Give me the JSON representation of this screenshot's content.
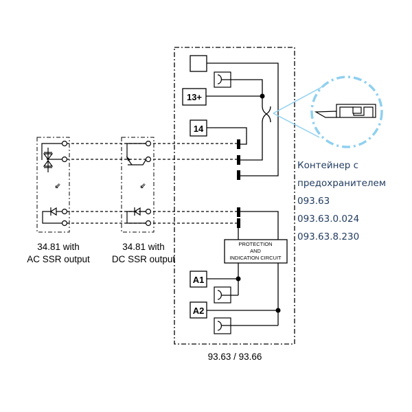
{
  "diagram": {
    "main_module": {
      "caption": "93.63 / 93.66",
      "terminals": {
        "t13": "13+",
        "t14": "14",
        "a1": "A1",
        "a2": "A2"
      },
      "protection_circuit": [
        "PROTECTION",
        "AND",
        "INDICATION CIRCUIT"
      ]
    },
    "ssr_modules": [
      {
        "caption_line1": "34.81 with",
        "caption_line2": "AC SSR output",
        "output_type": "triac"
      },
      {
        "caption_line1": "34.81 with",
        "caption_line2": "DC SSR output",
        "output_type": "transistor"
      }
    ],
    "fuse_holder": {
      "title_line1": "Контейнер с",
      "title_line2": "предохранителем",
      "codes": [
        "093.63",
        "093.63.0.024",
        "093.63.8.230"
      ],
      "accent_color": "#8fd0f0"
    },
    "colors": {
      "line": "#000000",
      "callout": "#8fd0f0",
      "text_ru": "#1f3a5f"
    }
  }
}
